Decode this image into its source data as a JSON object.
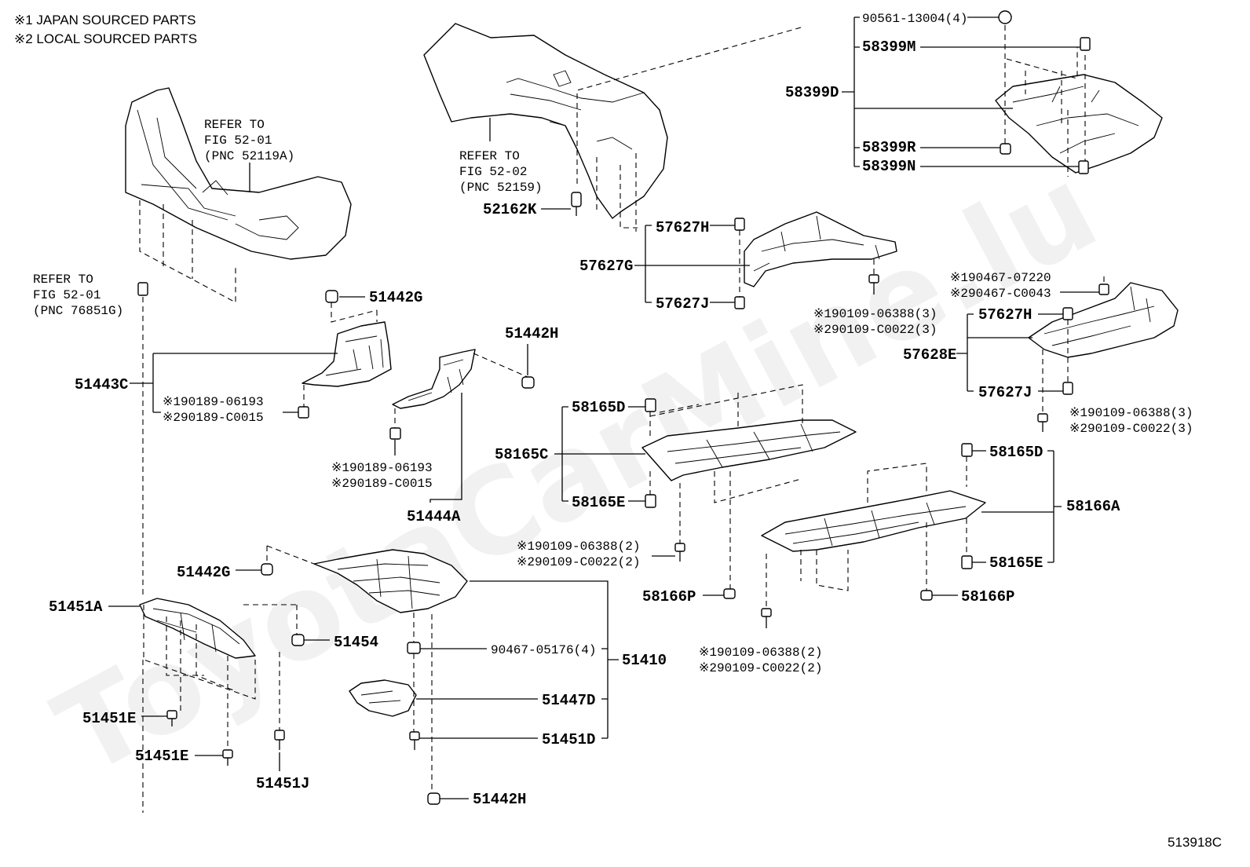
{
  "notes": {
    "japan": "※1 JAPAN SOURCED PARTS",
    "local": "※2 LOCAL SOURCED PARTS"
  },
  "watermark": "ToyotaCarMine.lu",
  "figure_id": "513918C",
  "references": {
    "front_bumper": [
      "REFER TO",
      "FIG 52-01",
      "(PNC 52119A)"
    ],
    "rear_bumper": [
      "REFER TO",
      "FIG 52-02",
      "(PNC 52159)"
    ],
    "bumper_clip": [
      "REFER TO",
      "FIG 52-01",
      "(PNC 76851G)"
    ]
  },
  "labels": {
    "p90561": "90561-13004(4)",
    "p58399M": "58399M",
    "p58399D": "58399D",
    "p58399R": "58399R",
    "p58399N": "58399N",
    "p52162K": "52162K",
    "p57627H_a": "57627H",
    "p57627G": "57627G",
    "p57627J_a": "57627J",
    "p190109_a": "※190109-06388(3)",
    "p290109_a": "※290109-C0022(3)",
    "p190467": "※190467-07220",
    "p290467": "※290467-C0043",
    "p57627H_b": "57627H",
    "p57628E": "57628E",
    "p57627J_b": "57627J",
    "p190109_b": "※190109-06388(3)",
    "p290109_b": "※290109-C0022(3)",
    "p51442G_a": "51442G",
    "p51443C": "51443C",
    "p190189_a": "※190189-06193",
    "p290189_a": "※290189-C0015",
    "p51442H_a": "51442H",
    "p190189_b": "※190189-06193",
    "p290189_b": "※290189-C0015",
    "p51444A": "51444A",
    "p58165D_a": "58165D",
    "p58165C": "58165C",
    "p58165E_a": "58165E",
    "p58165D_b": "58165D",
    "p58166A": "58166A",
    "p58165E_b": "58165E",
    "p190109_c": "※190109-06388(2)",
    "p290109_c": "※290109-C0022(2)",
    "p58166P_a": "58166P",
    "p58166P_b": "58166P",
    "p190109_d": "※190109-06388(2)",
    "p290109_d": "※290109-C0022(2)",
    "p51442G_b": "51442G",
    "p51451A": "51451A",
    "p51454": "51454",
    "p90467": "90467-05176(4)",
    "p51410": "51410",
    "p51447D": "51447D",
    "p51451D": "51451D",
    "p51451E_a": "51451E",
    "p51451E_b": "51451E",
    "p51451J": "51451J",
    "p51442H_b": "51442H"
  }
}
